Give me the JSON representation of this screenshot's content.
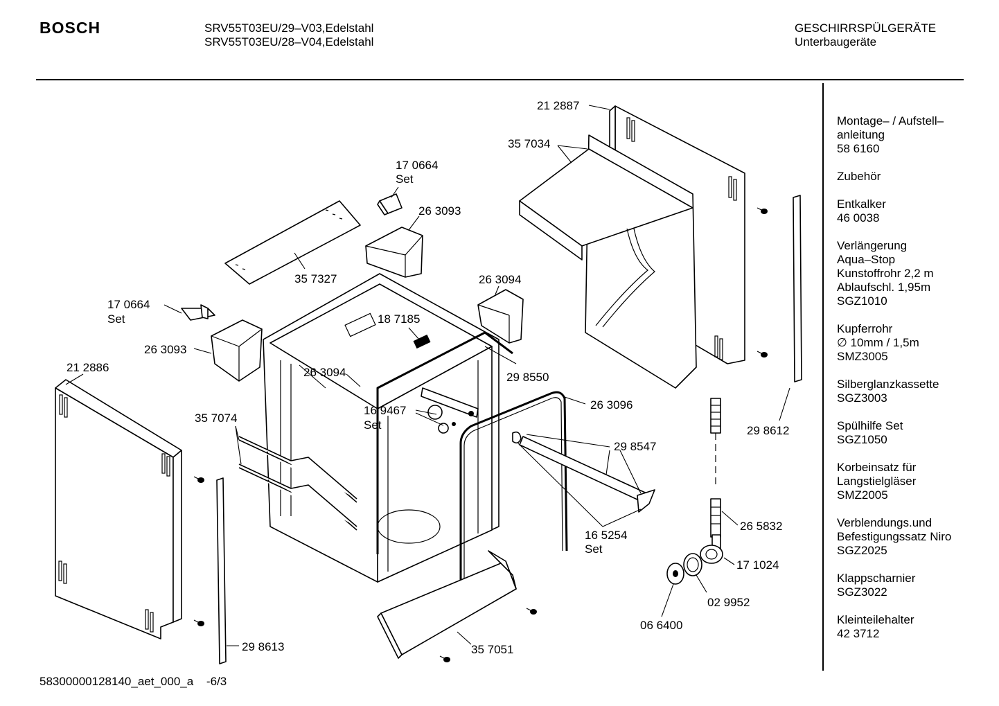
{
  "header": {
    "brand": "BOSCH",
    "models": [
      "SRV55T03EU/29–V03,Edelstahl",
      "SRV55T03EU/28–V04,Edelstahl"
    ],
    "category": [
      "GESCHIRRSPÜLGERÄTE",
      "Unterbaugeräte"
    ]
  },
  "footer": {
    "doc_id": "58300000128140_aet_000_a",
    "page": "-6/3"
  },
  "sidebar": [
    {
      "lines": [
        "Montage– / Aufstell–",
        "anleitung",
        "58 6160"
      ]
    },
    {
      "lines": [
        "Zubehör"
      ]
    },
    {
      "lines": [
        "Entkalker",
        "46 0038"
      ]
    },
    {
      "lines": [
        "Verlängerung",
        "Aqua–Stop",
        "Kunstoffrohr 2,2 m",
        "Ablaufschl. 1,95m",
        "SGZ1010"
      ]
    },
    {
      "lines": [
        "Kupferrohr",
        "∅ 10mm / 1,5m",
        "SMZ3005"
      ]
    },
    {
      "lines": [
        "Silberglanzkassette",
        "SGZ3003"
      ]
    },
    {
      "lines": [
        "Spülhilfe Set",
        "SGZ1050"
      ]
    },
    {
      "lines": [
        "Korbeinsatz für",
        "Langstielgläser",
        "SMZ2005"
      ]
    },
    {
      "lines": [
        "Verblendungs.und",
        "Befestigungssatz Niro",
        "SGZ2025"
      ]
    },
    {
      "lines": [
        "Klappscharnier",
        "SGZ3022"
      ]
    },
    {
      "lines": [
        "Kleinteilehalter",
        "42 3712"
      ]
    }
  ],
  "parts": {
    "p212887": {
      "num": "21 2887"
    },
    "p357034": {
      "num": "35 7034"
    },
    "p170664a": {
      "num": "17 0664",
      "sub": "Set"
    },
    "p263093a": {
      "num": "26 3093"
    },
    "p357327": {
      "num": "35 7327"
    },
    "p263094a": {
      "num": "26 3094"
    },
    "p170664b": {
      "num": "17 0664",
      "sub": "Set"
    },
    "p187185": {
      "num": "18 7185"
    },
    "p263093b": {
      "num": "26 3093"
    },
    "p212886": {
      "num": "21 2886"
    },
    "p263094b": {
      "num": "26 3094"
    },
    "p298550": {
      "num": "29 8550"
    },
    "p169467": {
      "num": "16 9467",
      "sub": "Set"
    },
    "p263096": {
      "num": "26 3096"
    },
    "p357074": {
      "num": "35 7074"
    },
    "p298547": {
      "num": "29 8547"
    },
    "p298612": {
      "num": "29 8612"
    },
    "p265832": {
      "num": "26 5832"
    },
    "p165254": {
      "num": "16 5254",
      "sub": "Set"
    },
    "p171024": {
      "num": "17 1024"
    },
    "p029952": {
      "num": "02 9952"
    },
    "p066400": {
      "num": "06 6400"
    },
    "p298613": {
      "num": "29 8613"
    },
    "p357051": {
      "num": "35 7051"
    }
  }
}
